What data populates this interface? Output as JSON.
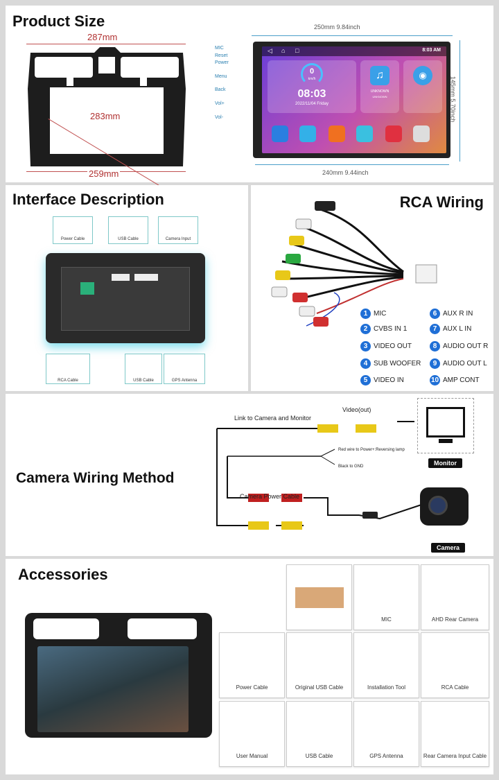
{
  "product_size": {
    "title": "Product Size",
    "frame_width": "287mm",
    "frame_diagonal": "283mm",
    "frame_bottom": "259mm",
    "unit_width": "250mm 9.84inch",
    "unit_height": "145mm 5.70inch",
    "unit_bottom": "240mm 9.44inch",
    "buttons": [
      "MIC",
      "Reset",
      "Power",
      "Menu",
      "Back",
      "Vol+",
      "Vol-"
    ],
    "screen": {
      "time_status": "8:03 AM",
      "speed": "0",
      "speed_unit": "km/h",
      "clock": "08:03",
      "date": "2022/11/04  Friday",
      "music_title": "UNKNOWN",
      "music_artist": "UNKNOWN"
    }
  },
  "interface": {
    "title": "Interface Description",
    "labels": [
      "Power Cable",
      "USB Cable",
      "Camera Input",
      "RCA Cable",
      "USB Cable",
      "GPS Antenna"
    ]
  },
  "rca": {
    "title": "RCA Wiring",
    "legend": [
      {
        "n": "1",
        "label": "MIC"
      },
      {
        "n": "2",
        "label": "CVBS IN 1"
      },
      {
        "n": "3",
        "label": "VIDEO OUT"
      },
      {
        "n": "4",
        "label": "SUB WOOFER"
      },
      {
        "n": "5",
        "label": "VIDEO IN"
      },
      {
        "n": "6",
        "label": "AUX R IN"
      },
      {
        "n": "7",
        "label": "AUX L IN"
      },
      {
        "n": "8",
        "label": "AUDIO OUT R"
      },
      {
        "n": "9",
        "label": "AUDIO OUT L"
      },
      {
        "n": "10",
        "label": "AMP CONT"
      }
    ]
  },
  "camera": {
    "title": "Camera Wiring Method",
    "link_label": "Link to Camera and Monitor",
    "video_out": "Video(out)",
    "red_wire": "Red wire to Power+:Reversing lamp",
    "black_wire": "Black to GND",
    "power_cable": "Camera Power Cable",
    "monitor": "Monitor",
    "camera": "Camera"
  },
  "accessories": {
    "title": "Accessories",
    "items": [
      "",
      "MIC",
      "AHD Rear Camera",
      "Power Cable",
      "Original USB Cable",
      "Installation Tool",
      "RCA Cable",
      "User Manual",
      "USB Cable",
      "GPS Antenna",
      "Rear Camera Input Cable"
    ]
  },
  "colors": {
    "accent_blue": "#1f6fd6",
    "dim_red": "#b03030",
    "dim_blue": "#4a9ec9"
  }
}
